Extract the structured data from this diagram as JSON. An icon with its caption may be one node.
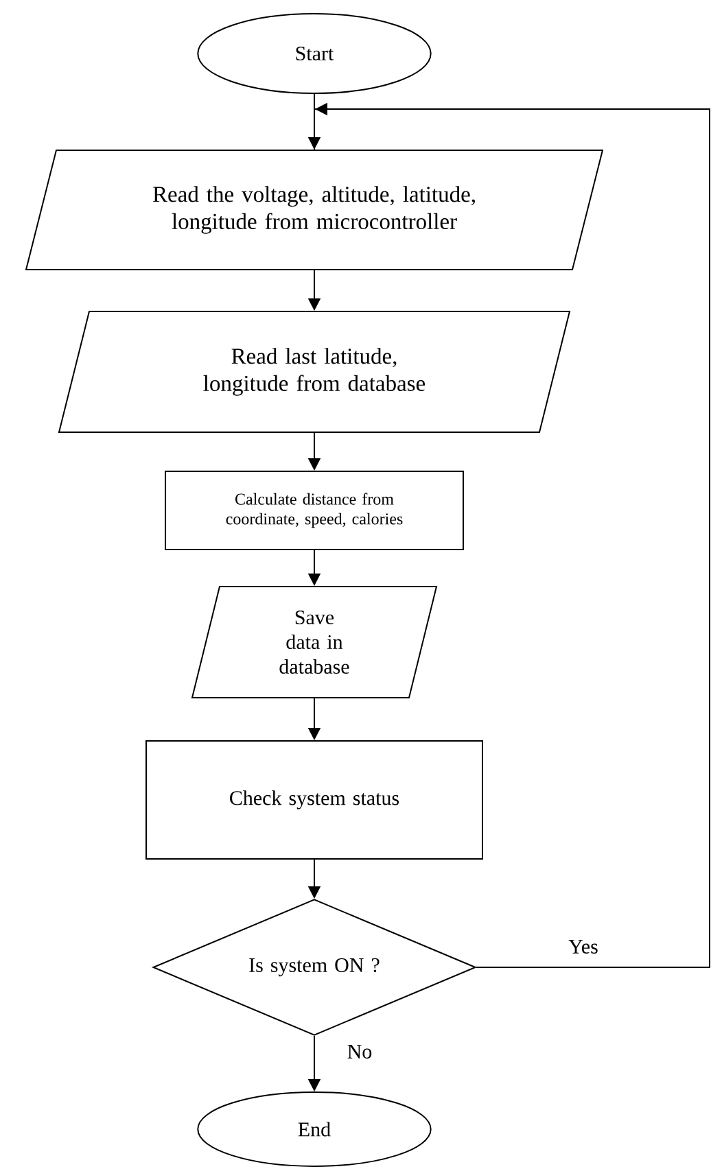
{
  "diagram": {
    "nodes": [
      {
        "text": [
          "Start"
        ]
      },
      {
        "text": [
          "Read the voltage, altitude, latitude, longitude from microcontroller"
        ]
      },
      {
        "text": [
          "Read last latitude, longitude from database"
        ]
      },
      {
        "text": [
          "Calculate distance from coordinate, speed, calories"
        ]
      },
      {
        "text": [
          "Save data in database"
        ]
      },
      {
        "text": [
          "Check system status"
        ]
      },
      {
        "text": [
          "Is system ON ?"
        ]
      },
      {
        "text": [
          "End"
        ]
      }
    ],
    "edges": [
      {
        "from": 0,
        "to": 1,
        "arrow": "to"
      },
      {
        "from": 1,
        "to": 2,
        "arrow": "to"
      },
      {
        "from": 2,
        "to": 3,
        "arrow": "to"
      },
      {
        "from": 3,
        "to": 4,
        "arrow": "to"
      },
      {
        "from": 4,
        "to": 5,
        "arrow": "to"
      },
      {
        "from": 5,
        "to": 6,
        "arrow": "to"
      },
      {
        "from": 6,
        "to": 1,
        "arrow": "to",
        "label": "Yes"
      },
      {
        "from": 6,
        "to": 7,
        "arrow": "to",
        "label": "No"
      }
    ]
  }
}
